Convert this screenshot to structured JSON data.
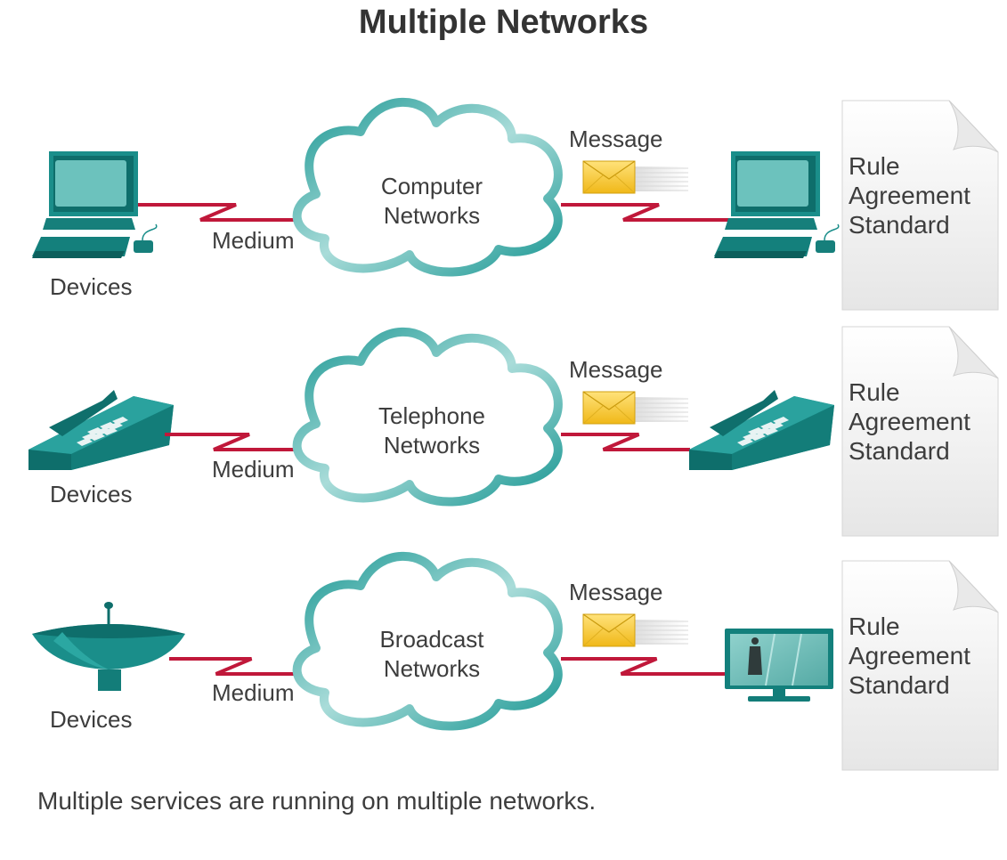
{
  "title": "Multiple Networks",
  "rows": [
    {
      "devices_label": "Devices",
      "medium_label": "Medium",
      "network_line1": "Computer",
      "network_line2": "Networks",
      "message_label": "Message",
      "rules": [
        "Rule",
        "Agreement",
        "Standard"
      ],
      "device_icon": "computer-icon",
      "receiver_icon": "computer-icon"
    },
    {
      "devices_label": "Devices",
      "medium_label": "Medium",
      "network_line1": "Telephone",
      "network_line2": "Networks",
      "message_label": "Message",
      "rules": [
        "Rule",
        "Agreement",
        "Standard"
      ],
      "device_icon": "telephone-icon",
      "receiver_icon": "telephone-icon"
    },
    {
      "devices_label": "Devices",
      "medium_label": "Medium",
      "network_line1": "Broadcast",
      "network_line2": "Networks",
      "message_label": "Message",
      "rules": [
        "Rule",
        "Agreement",
        "Standard"
      ],
      "device_icon": "satellite-dish-icon",
      "receiver_icon": "television-icon"
    }
  ],
  "caption": "Multiple services are running on multiple networks.",
  "colors": {
    "teal": "#1b8f8c",
    "teal_dark": "#0f6f6c",
    "medium_line": "#c0183a",
    "envelope": "#f4c21f"
  }
}
